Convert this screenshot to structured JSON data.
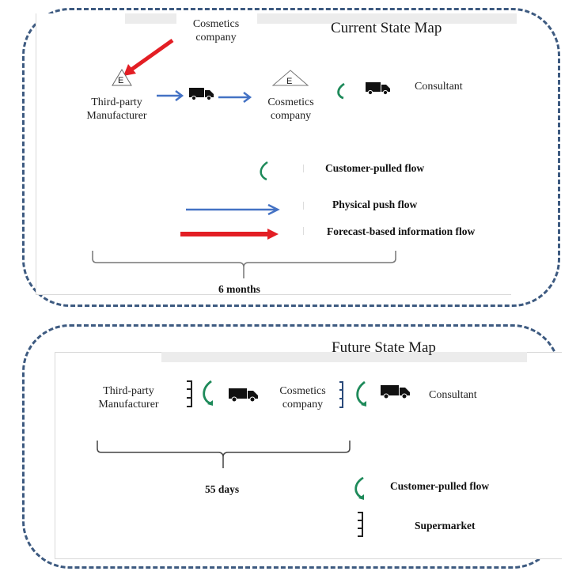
{
  "current_state": {
    "title": "Current State Map",
    "nodes": {
      "top_company": {
        "line1": "Cosmetics",
        "line2": "company"
      },
      "manufacturer": {
        "line1": "Third-party",
        "line2": "Manufacturer",
        "inventory_letter": "E"
      },
      "company": {
        "line1": "Cosmetics",
        "line2": "company",
        "inventory_letter": "E"
      },
      "consultant": {
        "label": "Consultant"
      }
    },
    "legend": [
      {
        "icon": "customer-pulled-flow-icon",
        "label": "Customer-pulled flow",
        "color": "#1e8a5a"
      },
      {
        "icon": "physical-push-arrow-icon",
        "label": "Physical push flow",
        "color": "#4472c4"
      },
      {
        "icon": "forecast-info-arrow-icon",
        "label": "Forecast-based information flow",
        "color": "#e31e24"
      }
    ],
    "lead_time": "6 months"
  },
  "future_state": {
    "title": "Future State Map",
    "nodes": {
      "manufacturer": {
        "line1": "Third-party",
        "line2": "Manufacturer"
      },
      "company": {
        "line1": "Cosmetics",
        "line2": "company"
      },
      "consultant": {
        "label": "Consultant"
      }
    },
    "legend": [
      {
        "icon": "customer-pulled-flow-icon",
        "label": "Customer-pulled flow",
        "color": "#1e8a5a"
      },
      {
        "icon": "supermarket-icon",
        "label": "Supermarket",
        "color": "#222222"
      }
    ],
    "lead_time": "55 days"
  },
  "colors": {
    "frame": "#3d5a80",
    "pull": "#1e8a5a",
    "push": "#4472c4",
    "info": "#e31e24"
  }
}
